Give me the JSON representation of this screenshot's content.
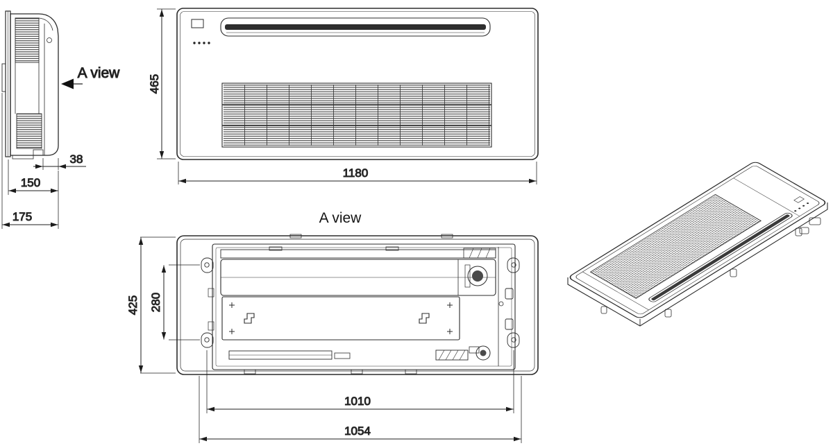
{
  "page": {
    "background": "#ffffff",
    "line_color": "#2b2b2b"
  },
  "side_view": {
    "view_arrow_label": "A view",
    "dims": {
      "panel_protrusion": "38",
      "body_depth": "150",
      "total_depth": "175"
    }
  },
  "front_view": {
    "dims": {
      "height": "465",
      "width": "1180"
    }
  },
  "bottom_view": {
    "title": "A view",
    "dims": {
      "opening_height": "425",
      "hole_spacing_vertical": "280",
      "hole_spacing_horizontal": "1010",
      "opening_width": "1054"
    }
  }
}
